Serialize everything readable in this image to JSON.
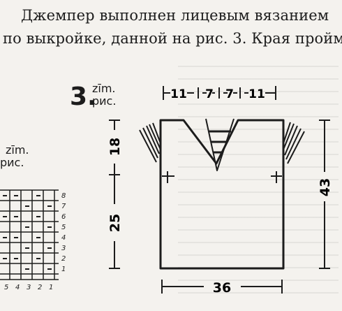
{
  "text": {
    "line1": "Джемпер выполнен лицевым вязанием",
    "line2": "по выкройке, данной на рис. 3. Края пройм"
  },
  "figure3": {
    "number": "3.",
    "zim": "zīm.",
    "ris": "рис."
  },
  "figure2": {
    "zim": "zīm.",
    "ris": "рис."
  },
  "dimensions": {
    "top_left": "11",
    "top_mid_left": "7",
    "top_mid_right": "7",
    "top_right": "11",
    "left_upper": "18",
    "left_lower": "25",
    "right_height": "43",
    "bottom_width": "36"
  },
  "chart_rows": [
    "8",
    "7",
    "6",
    "5",
    "4",
    "3",
    "2",
    "1"
  ],
  "chart_cols": [
    "5",
    "4",
    "3",
    "2",
    "1"
  ],
  "colors": {
    "ink": "#1c1c1c",
    "paper": "#f4f2ee"
  }
}
